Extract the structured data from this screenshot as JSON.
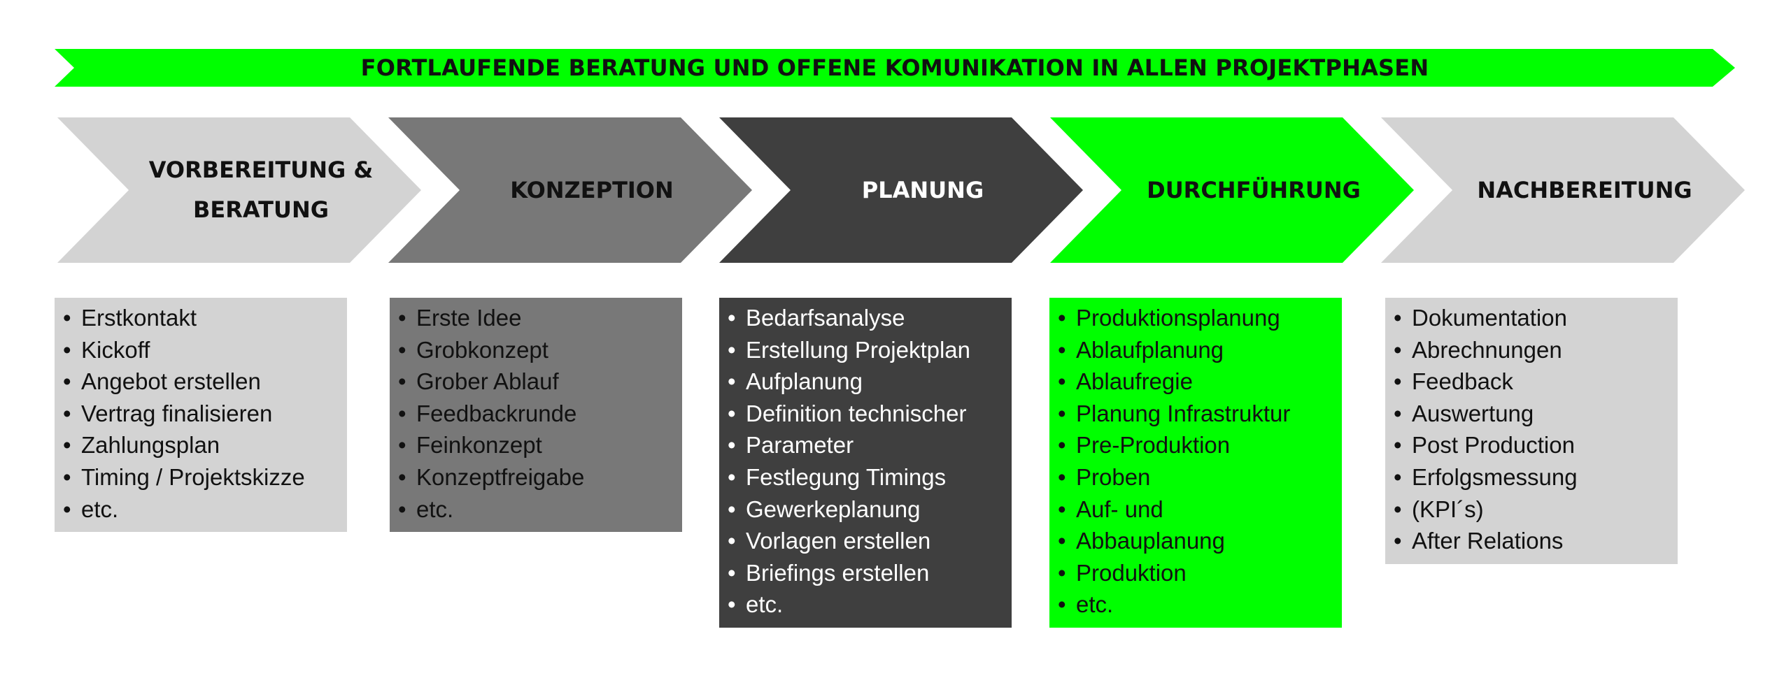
{
  "colors": {
    "banner": "#00ff00",
    "vorbereitung": "#d3d3d3",
    "konzeption": "#787878",
    "planung": "#3f3f3f",
    "durchfuehrung": "#00ff00",
    "nachbereitung": "#d3d3d3"
  },
  "banner": {
    "text": "FORTLAUFENDE BERATUNG UND OFFENE KOMUNIKATION IN ALLEN PROJEKTPHASEN"
  },
  "phases": [
    {
      "title_line1": "VORBEREITUNG &",
      "title_line2": "BERATUNG",
      "items": [
        "Erstkontakt",
        "Kickoff",
        "Angebot erstellen",
        "Vertrag finalisieren",
        "Zahlungsplan",
        "Timing / Projektskizze",
        "etc."
      ]
    },
    {
      "title_line1": "KONZEPTION",
      "title_line2": "",
      "items": [
        "Erste Idee",
        "Grobkonzept",
        "Grober Ablauf",
        "Feedbackrunde",
        "Feinkonzept",
        "Konzeptfreigabe",
        "etc."
      ]
    },
    {
      "title_line1": "PLANUNG",
      "title_line2": "",
      "items": [
        "Bedarfsanalyse",
        "Erstellung Projektplan",
        "Aufplanung",
        "Definition technischer",
        "Parameter",
        "Festlegung Timings",
        "Gewerkeplanung",
        "Vorlagen erstellen",
        "Briefings erstellen",
        "etc."
      ]
    },
    {
      "title_line1": "DURCHFÜHRUNG",
      "title_line2": "",
      "items": [
        "Produktionsplanung",
        "Ablaufplanung",
        "Ablaufregie",
        "Planung Infrastruktur",
        "Pre-Produktion",
        "Proben",
        "Auf- und",
        "Abbauplanung",
        "Produktion",
        "etc."
      ]
    },
    {
      "title_line1": "NACHBEREITUNG",
      "title_line2": "",
      "items": [
        "Dokumentation",
        "Abrechnungen",
        "Feedback",
        "Auswertung",
        "Post Production",
        "Erfolgsmessung",
        "(KPI´s)",
        "After Relations"
      ]
    }
  ]
}
